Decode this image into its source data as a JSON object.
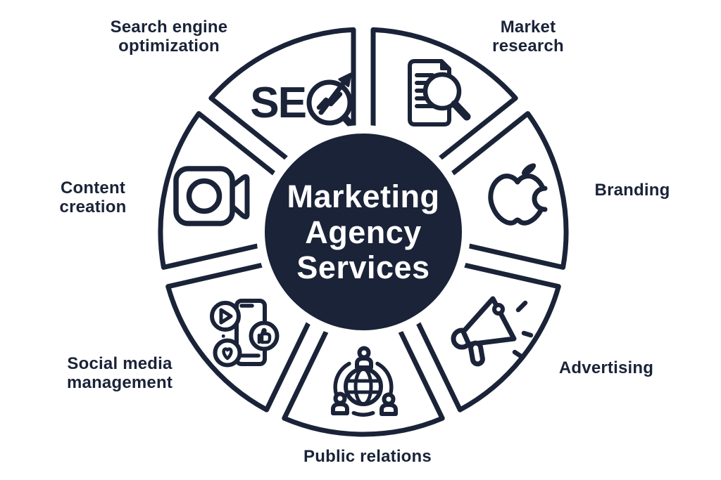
{
  "title": {
    "text": "Marketing Agency Services",
    "lines": [
      "Marketing",
      "Agency",
      "Services"
    ]
  },
  "colors": {
    "navy": "#1a2338",
    "background": "#ffffff",
    "center_text": "#ffffff"
  },
  "diagram": {
    "type": "circular-services-wheel",
    "segment_count": 7,
    "center_label": "Marketing Agency Services",
    "segments": [
      {
        "id": "market-research",
        "label": "Market research",
        "lines": [
          "Market",
          "research"
        ],
        "icon": "document-magnifier-icon"
      },
      {
        "id": "branding",
        "label": "Branding",
        "lines": [
          "Branding"
        ],
        "icon": "apple-logo-icon"
      },
      {
        "id": "advertising",
        "label": "Advertising",
        "lines": [
          "Advertising"
        ],
        "icon": "megaphone-icon"
      },
      {
        "id": "public-relations",
        "label": "Public relations",
        "lines": [
          "Public relations"
        ],
        "icon": "globe-people-icon"
      },
      {
        "id": "social-media",
        "label": "Social media management",
        "lines": [
          "Social media",
          "management"
        ],
        "icon": "phone-engagement-icon"
      },
      {
        "id": "content-creation",
        "label": "Content creation",
        "lines": [
          "Content",
          "creation"
        ],
        "icon": "video-camera-icon"
      },
      {
        "id": "seo",
        "label": "Search engine optimization",
        "lines": [
          "Search engine",
          "optimization"
        ],
        "icon": "seo-trend-arrow-icon",
        "icon_text": "SE"
      }
    ]
  }
}
